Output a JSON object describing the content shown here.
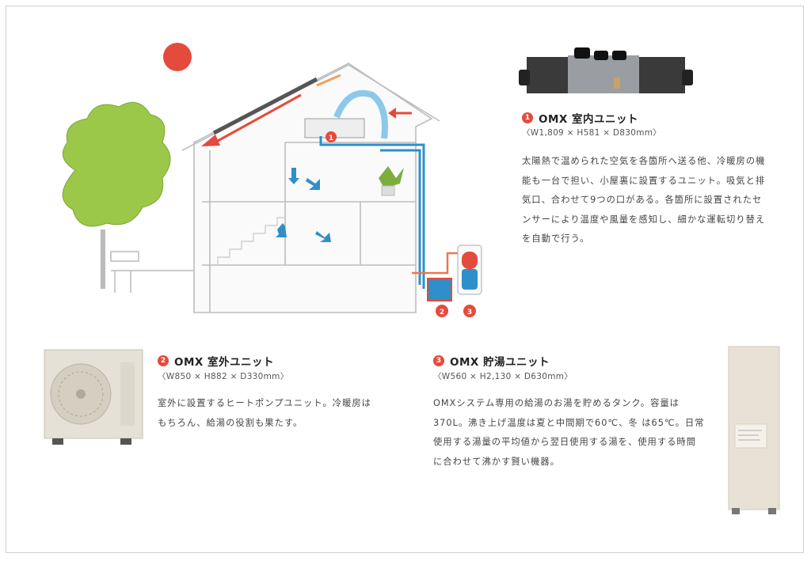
{
  "units": [
    {
      "number": "1",
      "title": "OMX 室内ユニット",
      "dims": "〈W1,809 × H581 × D830mm〉",
      "desc_lines": [
        "太陽熱で温められた空気を各箇所へ送る他、冷暖房の機",
        "能も一台で担い、小屋裏に設置するユニット。吸気と排",
        "気口、合わせて9つの口がある。各箇所に設置されたセ",
        "ンサーにより温度や風量を感知し、細かな運転切り替え",
        "を自動で行う。"
      ]
    },
    {
      "number": "2",
      "title": "OMX 室外ユニット",
      "dims": "〈W850 × H882 × D330mm〉",
      "desc_lines": [
        "室外に設置するヒートポンプユニット。冷暖房は",
        "もちろん、給湯の役割も果たす。"
      ]
    },
    {
      "number": "3",
      "title": "OMX 貯湯ユニット",
      "dims": "〈W560 × H2,130 × D630mm〉",
      "desc_lines": [
        "OMXシステム専用の給湯のお湯を貯めるタンク。容量は",
        "370L。沸き上げ温度は夏と中間期で60℃、冬 は65℃。日常",
        "使用する湯量の平均値から翌日使用する湯を、使用する時間",
        "に合わせて沸かす賢い機器。"
      ]
    }
  ],
  "diagram_markers": [
    "1",
    "2",
    "3"
  ],
  "colors": {
    "accent_red": "#e54b3c",
    "duct_blue": "#2f8fc9",
    "warm_orange": "#f0a060",
    "tree_green": "#9cc84a"
  }
}
